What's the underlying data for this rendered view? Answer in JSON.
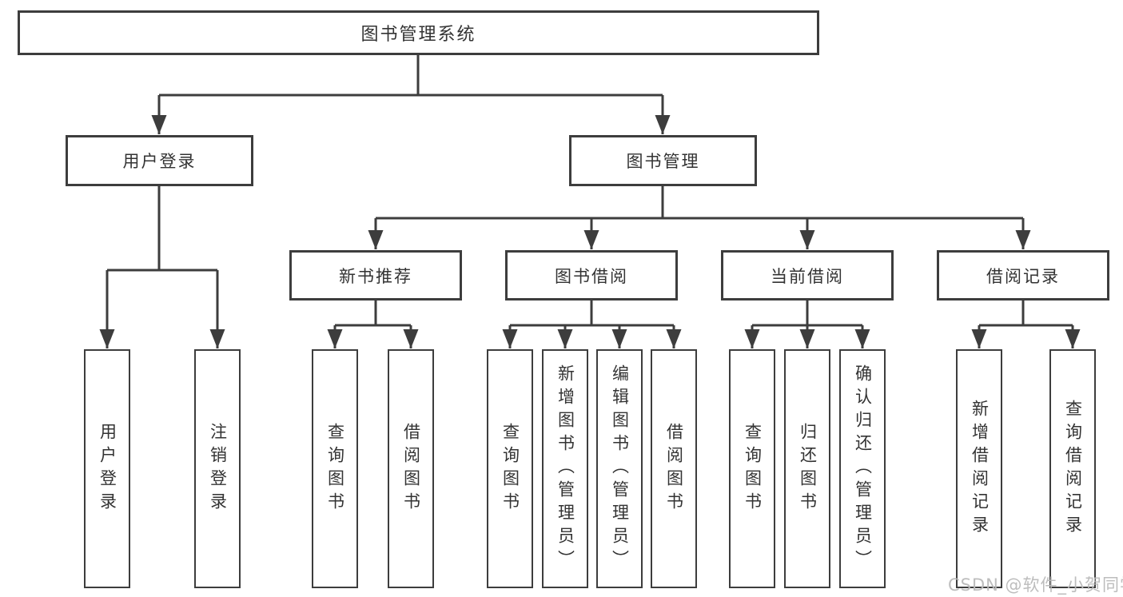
{
  "diagram": {
    "root": "图书管理系统",
    "user": {
      "label": "用户登录",
      "children": [
        "用户登录",
        "注销登录"
      ]
    },
    "mgmt": {
      "label": "图书管理",
      "groups": [
        {
          "label": "新书推荐",
          "children": [
            "查询图书",
            "借阅图书"
          ]
        },
        {
          "label": "图书借阅",
          "children": [
            "查询图书",
            "新增图书（管理员）",
            "编辑图书（管理员）",
            "借阅图书"
          ]
        },
        {
          "label": "当前借阅",
          "children": [
            "查询图书",
            "归还图书",
            "确认归还（管理员）"
          ]
        },
        {
          "label": "借阅记录",
          "children": [
            "新增借阅记录",
            "查询借阅记录"
          ]
        }
      ]
    },
    "watermark": "CSDN @软件_小贺同学",
    "colors": {
      "line": "#3d3d3d",
      "text": "#333333",
      "background": "#ffffff",
      "watermark": "#b9b9b9"
    }
  }
}
